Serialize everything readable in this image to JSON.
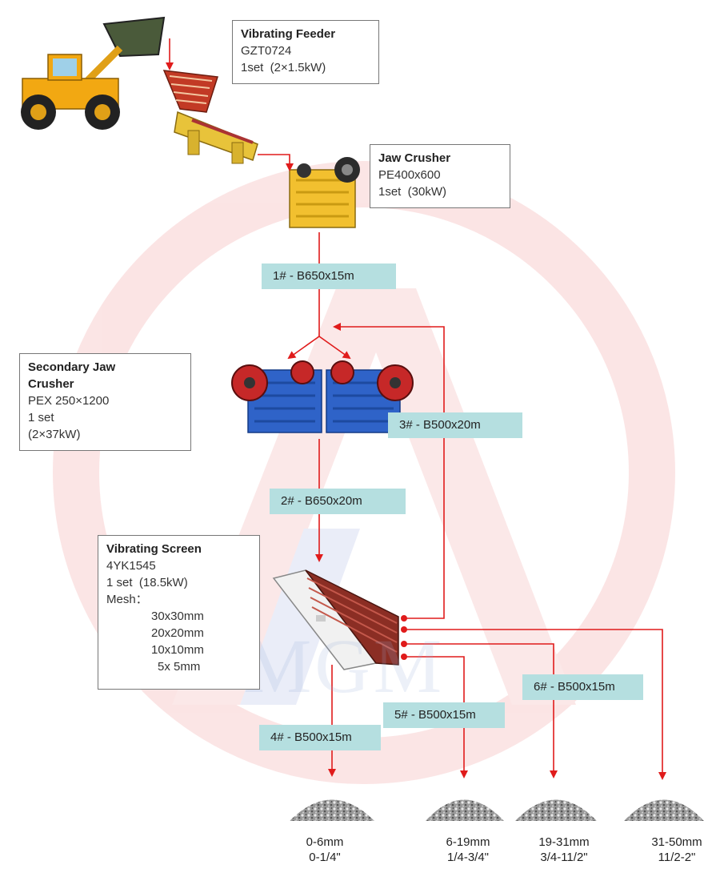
{
  "colors": {
    "arrow": "#e01b1b",
    "conveyor_label_bg": "#b5dfe0",
    "watermark": "#f6c9c9"
  },
  "watermark": {
    "text": "MGM"
  },
  "equipment": {
    "vibrating_feeder": {
      "title": "Vibrating Feeder",
      "lines": [
        "GZT0724",
        "1set  (2×1.5kW)"
      ]
    },
    "jaw_crusher": {
      "title": "Jaw Crusher",
      "lines": [
        "PE400x600",
        "1set  (30kW)"
      ]
    },
    "secondary_jaw_crusher": {
      "title_lines": [
        "Secondary Jaw",
        "Crusher"
      ],
      "lines": [
        "PEX 250×1200",
        "1 set",
        "(2×37kW)"
      ]
    },
    "vibrating_screen": {
      "title": "Vibrating Screen",
      "lines": [
        "4YK1545",
        "1 set  (18.5kW)",
        "Mesh："
      ],
      "mesh": [
        "30x30mm",
        "20x20mm",
        "10x10mm",
        "5x 5mm"
      ]
    }
  },
  "conveyors": [
    {
      "id": "1",
      "label": "1# - B650x15m"
    },
    {
      "id": "2",
      "label": "2# - B650x20m"
    },
    {
      "id": "3",
      "label": "3# - B500x20m"
    },
    {
      "id": "4",
      "label": "4# - B500x15m"
    },
    {
      "id": "5",
      "label": "5# - B500x15m"
    },
    {
      "id": "6",
      "label": "6# - B500x15m"
    }
  ],
  "products": [
    {
      "mm": "0-6mm",
      "inch": "0-1/4\""
    },
    {
      "mm": "6-19mm",
      "inch": "1/4-3/4\""
    },
    {
      "mm": "19-31mm",
      "inch": "3/4-11/2\""
    },
    {
      "mm": "31-50mm",
      "inch": "11/2-2\""
    }
  ]
}
